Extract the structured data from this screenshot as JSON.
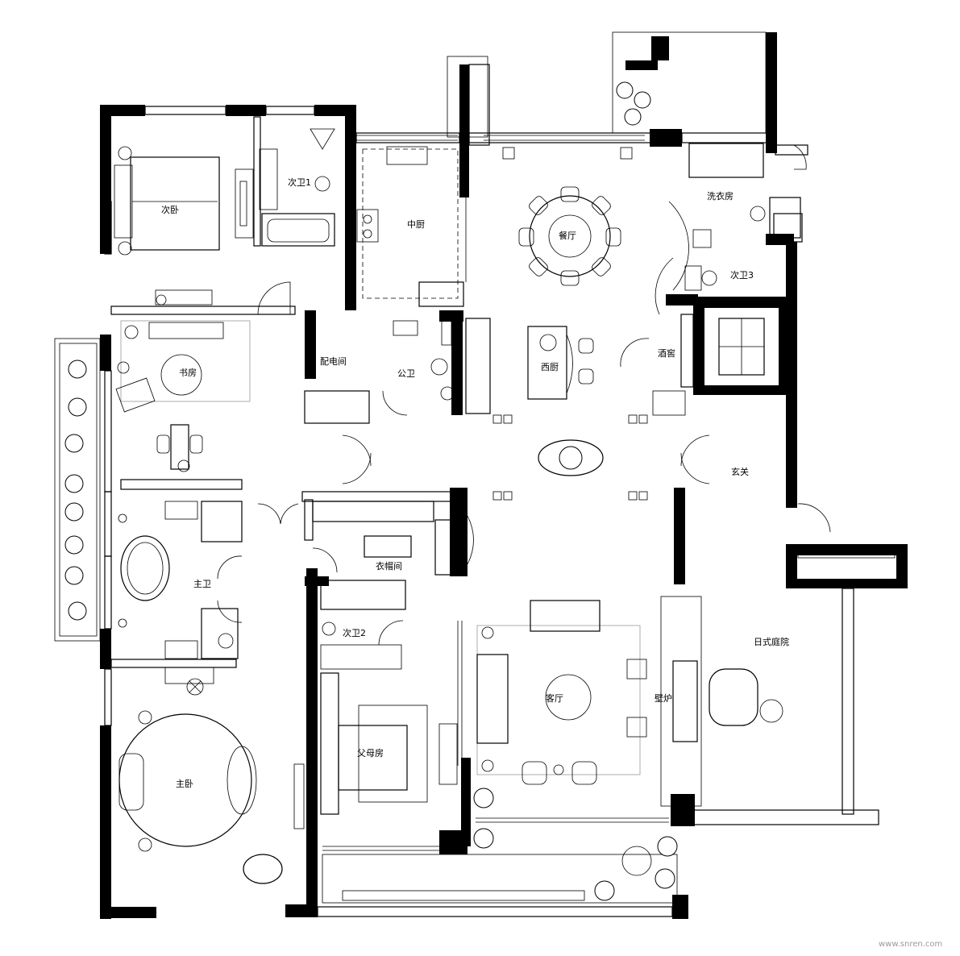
{
  "rooms": [
    {
      "id": "bedroom2",
      "label": "次卧"
    },
    {
      "id": "bath1",
      "label": "次卫1"
    },
    {
      "id": "kitchen_cn",
      "label": "中厨"
    },
    {
      "id": "dining",
      "label": "餐厅"
    },
    {
      "id": "laundry",
      "label": "洗衣房"
    },
    {
      "id": "bath3",
      "label": "次卫3"
    },
    {
      "id": "study",
      "label": "书房"
    },
    {
      "id": "electric",
      "label": "配电间"
    },
    {
      "id": "public_wc",
      "label": "公卫"
    },
    {
      "id": "kitchen_w",
      "label": "西厨"
    },
    {
      "id": "wine",
      "label": "酒窖"
    },
    {
      "id": "foyer",
      "label": "玄关"
    },
    {
      "id": "master_bath",
      "label": "主卫"
    },
    {
      "id": "cloak",
      "label": "衣帽间"
    },
    {
      "id": "bath2",
      "label": "次卫2"
    },
    {
      "id": "garden",
      "label": "日式庭院"
    },
    {
      "id": "living",
      "label": "客厅"
    },
    {
      "id": "fireplace",
      "label": "壁炉"
    },
    {
      "id": "parents",
      "label": "父母房"
    },
    {
      "id": "master_bed",
      "label": "主卧"
    }
  ],
  "watermark": "www.snren.com"
}
